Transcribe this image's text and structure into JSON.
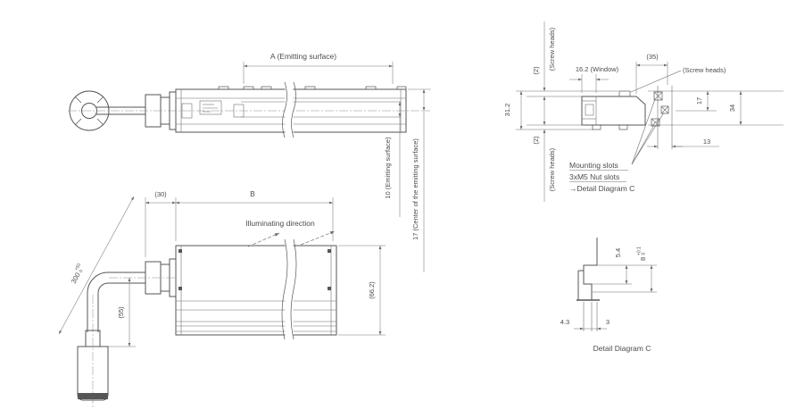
{
  "colors": {
    "background": "#ffffff",
    "line": "#565656",
    "dimension_line": "#787878",
    "text": "#4c4c4c"
  },
  "side_view": {
    "dim_a_label": "A (Emitting surface)",
    "dim_10_label": "10 (Emitting surface)",
    "dim_17_label": "17 (Center of the emitting surface)"
  },
  "top_view": {
    "dim_30_label": "(30)",
    "dim_b_label": "B",
    "illuminating_direction_label": "Illuminating direction",
    "dim_55_label": "(55)",
    "dim_66_2_label": "(66.2)",
    "cable_length_value": "300",
    "cable_length_tol_upper": "+50",
    "cable_length_tol_lower": "0"
  },
  "section_view": {
    "dim_2_top_label": "(2)",
    "screw_heads_top_label": "(Screw heads)",
    "dim_2_bottom_label": "(2)",
    "screw_heads_bottom_label": "(Screw heads)",
    "dim_31_2_label": "31.2",
    "dim_16_2_window_label": "16.2 (Window)",
    "dim_35_label": "(35)",
    "screw_heads_right_label": "(Screw heads)",
    "dim_17_label": "17",
    "dim_34_label": "34",
    "dim_13_label": "13",
    "note_line1": "Mounting slots",
    "note_line2": "3xM5 Nut slots",
    "note_line3": "→Detail Diagram C"
  },
  "detail_c": {
    "dim_5_4_label": "5.4",
    "dim_8_value": "8",
    "dim_8_tol_upper": "+0.1",
    "dim_8_tol_lower": "0",
    "dim_4_3_label": "4.3",
    "dim_3_label": "3",
    "caption": "Detail Diagram C"
  }
}
